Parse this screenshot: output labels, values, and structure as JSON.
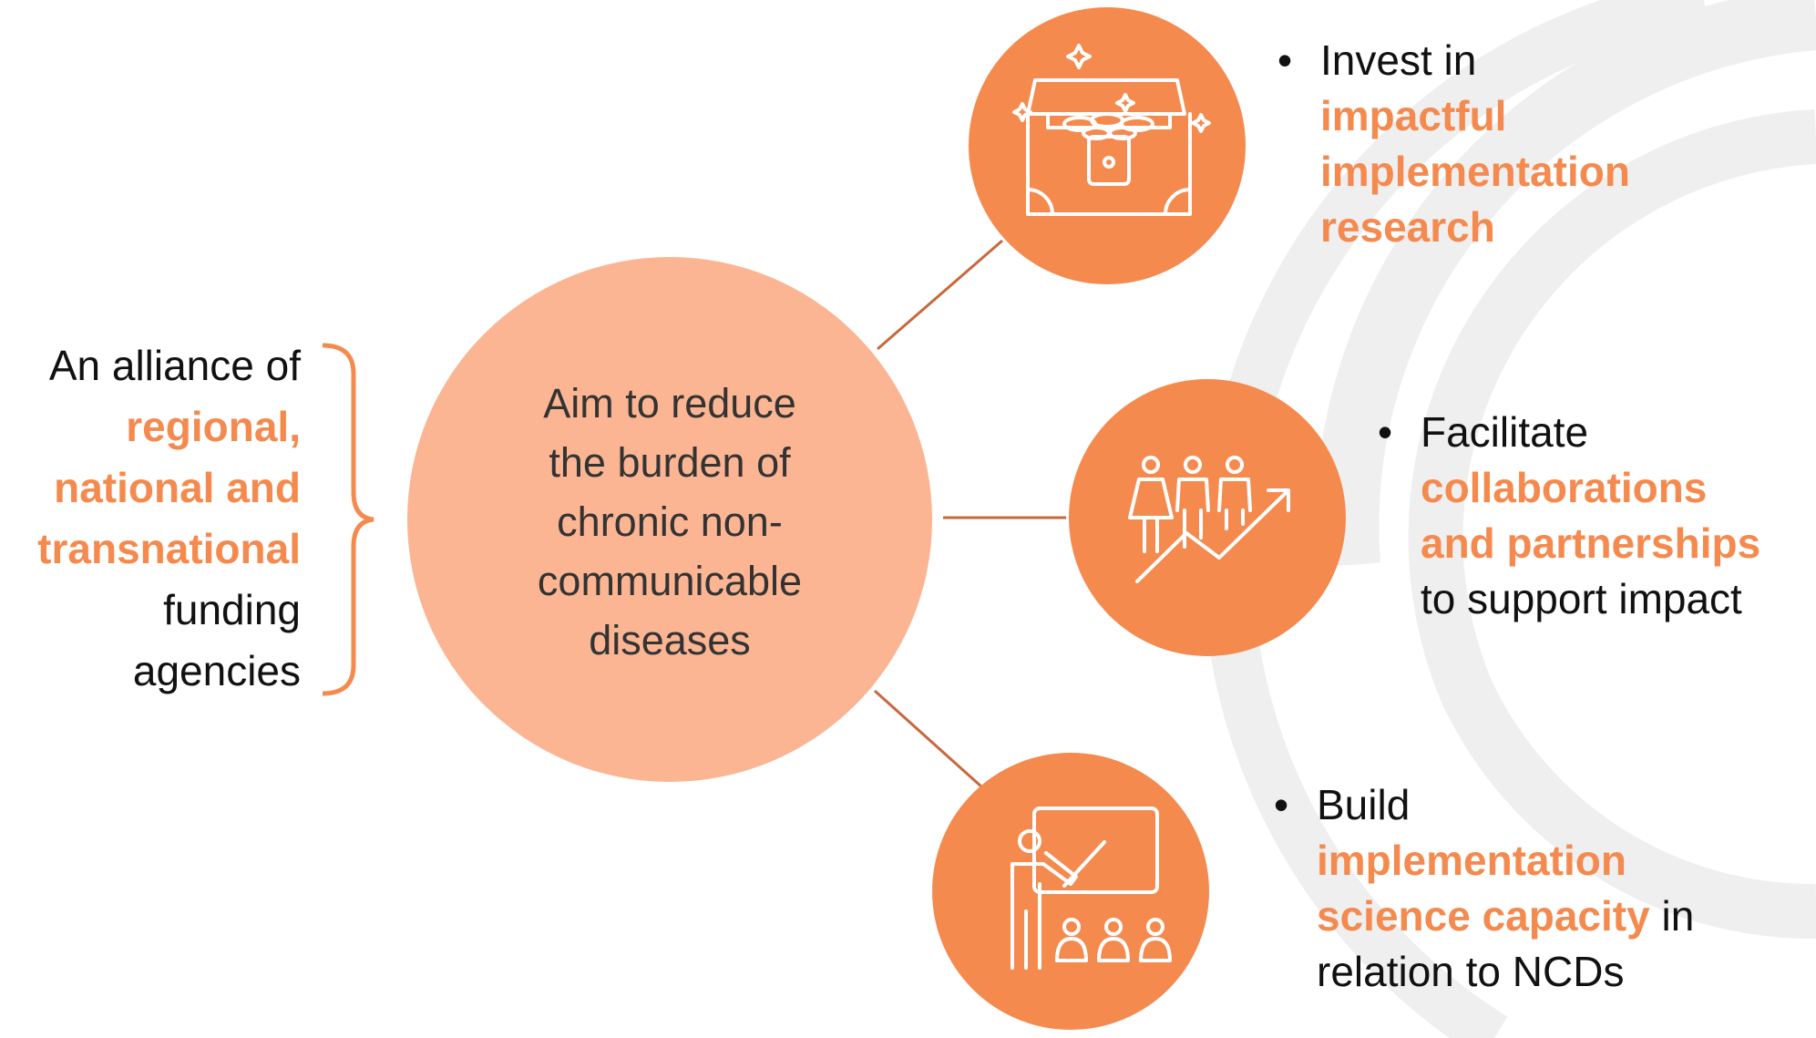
{
  "left_panel": {
    "line1": "An alliance of",
    "line2": "regional,",
    "line3": "national and",
    "line4": "transnational",
    "line5": "funding",
    "line6": "agencies"
  },
  "center": {
    "line1": "Aim to reduce",
    "line2": "the burden of",
    "line3": "chronic non-",
    "line4": "communicable",
    "line5": "diseases"
  },
  "branches": [
    {
      "icon": "treasure-chest-icon",
      "bullet": "•",
      "line1": "Invest in",
      "line2": "impactful",
      "line3": "implementation",
      "line4": "research"
    },
    {
      "icon": "team-growth-icon",
      "bullet": "•",
      "line1": "Facilitate",
      "line2": "collaborations",
      "line3": "and partnerships",
      "line4": "to support impact"
    },
    {
      "icon": "presentation-icon",
      "bullet": "•",
      "line1": "Build",
      "line2": "implementation",
      "line3_orange": "science capacity",
      "line3_rest": " in",
      "line4": "relation to NCDs"
    }
  ],
  "colors": {
    "accent": "#f58a4f",
    "center_fill": "#fbb593",
    "connector": "#c8693d",
    "watermark": "#efefef"
  }
}
